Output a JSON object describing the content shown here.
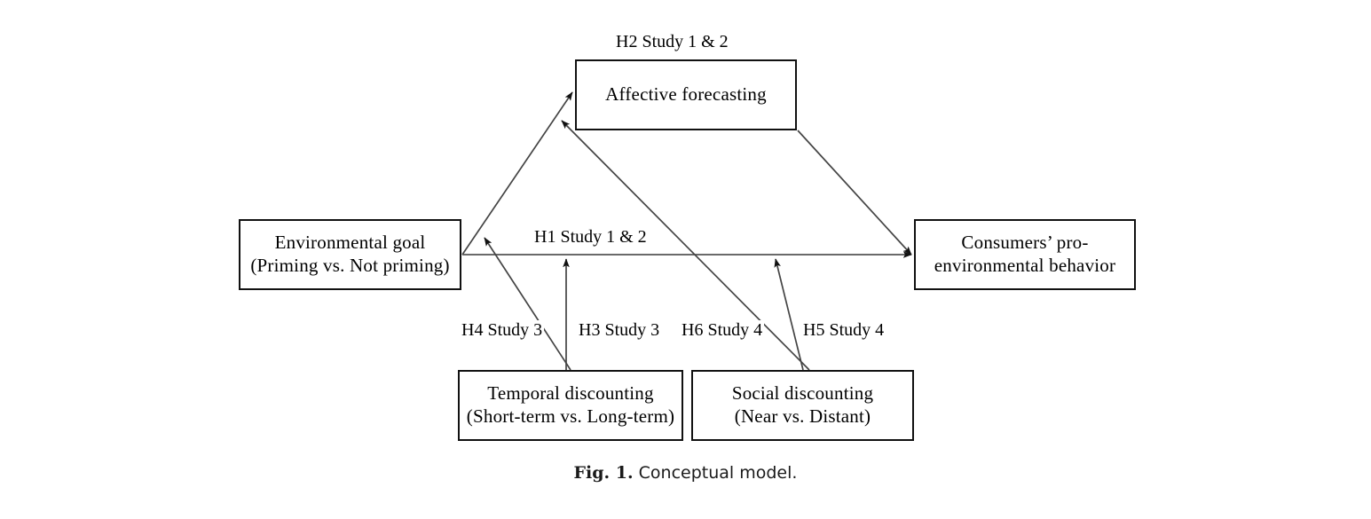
{
  "figure": {
    "caption_number": "Fig. 1.",
    "caption_text": "Conceptual model."
  },
  "nodes": [
    {
      "id": "affective-forecasting",
      "line1": "Affective forecasting",
      "line2": ""
    },
    {
      "id": "environmental-goal",
      "line1": "Environmental goal",
      "line2": "(Priming vs. Not priming)"
    },
    {
      "id": "consumers-behavior",
      "line1": "Consumers’ pro-",
      "line2": "environmental behavior"
    },
    {
      "id": "temporal-discounting",
      "line1": "Temporal discounting",
      "line2": "(Short-term vs. Long-term)"
    },
    {
      "id": "social-discounting",
      "line1": "Social discounting",
      "line2": "(Near vs. Distant)"
    }
  ],
  "edge_labels": {
    "h2": "H2  Study 1 & 2",
    "h1": "H1  Study 1 & 2",
    "h4": "H4  Study 3",
    "h3": "H3  Study 3",
    "h6": "H6  Study 4",
    "h5": "H5  Study 4"
  },
  "colors": {
    "stroke": "#333333",
    "box_border": "#111111",
    "text": "#000000",
    "background": "#ffffff"
  },
  "chart_data": {
    "type": "diagram",
    "title": "Conceptual model",
    "nodes": [
      "Affective forecasting",
      "Environmental goal (Priming vs. Not priming)",
      "Consumers’ pro-environmental behavior",
      "Temporal discounting (Short-term vs. Long-term)",
      "Social discounting (Near vs. Distant)"
    ],
    "edges": [
      {
        "label": "H2  Study 1 & 2",
        "from": "Environmental goal",
        "to": "Affective forecasting",
        "kind": "direct-arrow"
      },
      {
        "label": "H2  Study 1 & 2",
        "from": "Affective forecasting",
        "to": "Consumers’ pro-environmental behavior",
        "kind": "direct-arrow"
      },
      {
        "label": "H1  Study 1 & 2",
        "from": "Environmental goal",
        "to": "Consumers’ pro-environmental behavior",
        "kind": "direct-arrow"
      },
      {
        "label": "H3  Study 3",
        "from": "Temporal discounting",
        "to": "Environmental goal → Consumers path",
        "kind": "moderation-arrow"
      },
      {
        "label": "H4  Study 3",
        "from": "Temporal discounting",
        "to": "Environmental goal → Affective forecasting path",
        "kind": "moderation-arrow"
      },
      {
        "label": "H5  Study 4",
        "from": "Social discounting",
        "to": "Environmental goal → Consumers path",
        "kind": "moderation-arrow"
      },
      {
        "label": "H6  Study 4",
        "from": "Social discounting",
        "to": "Affective forecasting",
        "kind": "moderation-arrow"
      }
    ]
  }
}
